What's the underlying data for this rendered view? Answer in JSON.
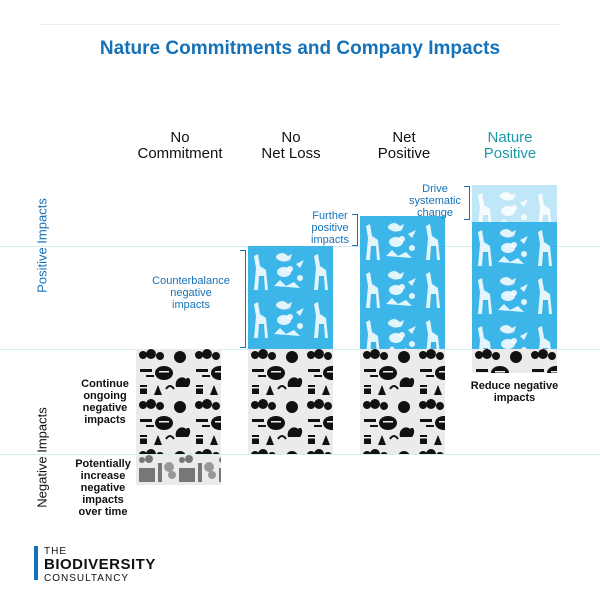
{
  "title": "Nature Commitments and Company Impacts",
  "columns": [
    {
      "line1": "No",
      "line2": "Commitment"
    },
    {
      "line1": "No",
      "line2": "Net Loss"
    },
    {
      "line1": "Net",
      "line2": "Positive"
    },
    {
      "line1": "Nature",
      "line2": "Positive"
    }
  ],
  "axis": {
    "positive": "Positive Impacts",
    "negative": "Negative Impacts"
  },
  "annotations": {
    "counterbalance": [
      "Counterbalance",
      "negative",
      "impacts"
    ],
    "further": [
      "Further",
      "positive",
      "impacts"
    ],
    "drive": [
      "Drive",
      "systematic",
      "change"
    ],
    "continue": [
      "Continue",
      "ongoing",
      "negative",
      "impacts"
    ],
    "potentially": [
      "Potentially",
      "increase",
      "negative",
      "impacts",
      "over time"
    ],
    "reduce": [
      "Reduce negative",
      "impacts"
    ]
  },
  "logo": {
    "line1": "THE",
    "line2": "BIODIVERSITY",
    "line3": "CONSULTANCY"
  },
  "colors": {
    "title": "#1672b8",
    "accent": "#1a9aa8",
    "positive_fill": "#3cb6e8",
    "positive_light_fill": "#bfe7f7",
    "negative_fill": "#ebebeb",
    "negative_icons": "#111111",
    "increase_icons": "#777777"
  },
  "icons": {
    "negative": "pollution-and-industry-icons",
    "positive": "wildlife-silhouette-icons"
  }
}
